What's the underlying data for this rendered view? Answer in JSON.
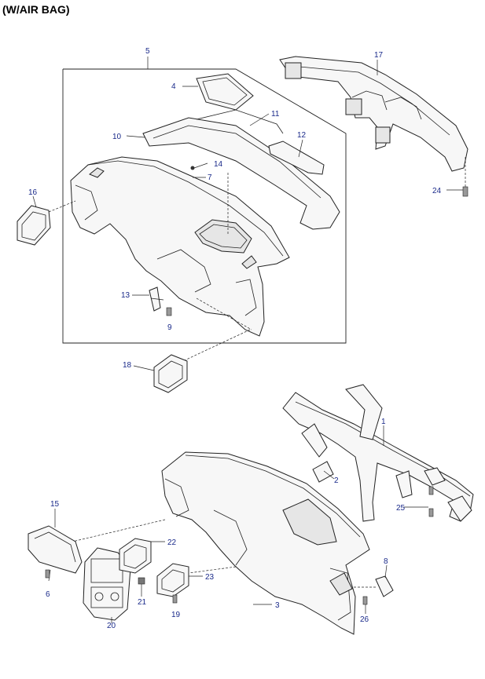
{
  "title": "(W/AIR BAG)",
  "callouts": {
    "c1": "1",
    "c2": "2",
    "c3": "3",
    "c4": "4",
    "c5": "5",
    "c6": "6",
    "c7": "7",
    "c8": "8",
    "c9": "9",
    "c10": "10",
    "c11": "11",
    "c12": "12",
    "c13": "13",
    "c14": "14",
    "c15": "15",
    "c16": "16",
    "c17": "17",
    "c18": "18",
    "c19": "19",
    "c20": "20",
    "c21": "21",
    "c22": "22",
    "c23": "23",
    "c24": "24",
    "c25": "25",
    "c26": "26"
  }
}
